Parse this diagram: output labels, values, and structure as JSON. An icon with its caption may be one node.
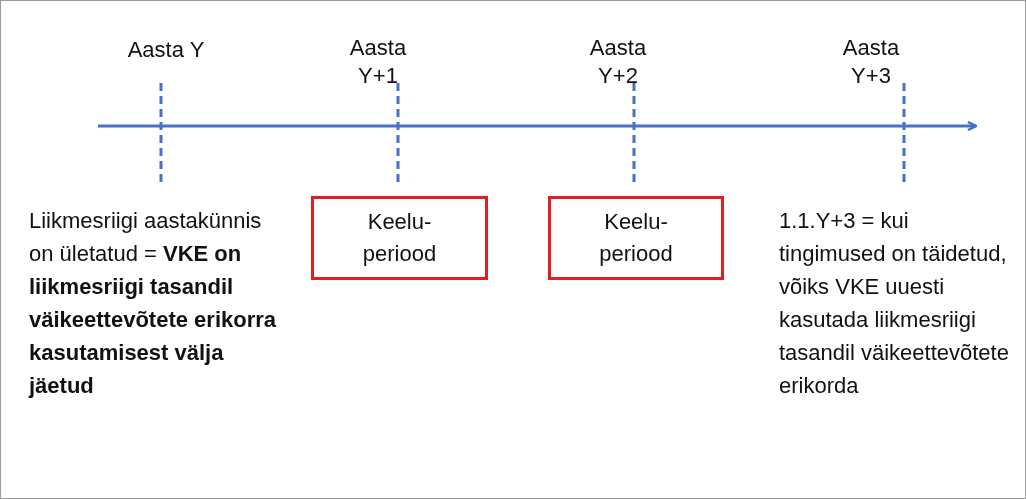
{
  "diagram": {
    "nodes": [
      {
        "text": [
          "Keelu- periood"
        ]
      },
      {
        "text": [
          "Keelu- periood"
        ]
      }
    ],
    "edges": [],
    "labels": [
      "Aasta Y",
      "Aasta Y+1",
      "Aasta Y+2",
      "Aasta Y+3",
      "Liikmesriigi aastakünnis on ületatud = **VKE on liikmesriigi tasandil väikeettevõtete erikorra kasutamisest välja jäetud**",
      "1.1.Y+3 = kui tingimused on täidetud, võiks VKE uuesti kasutada liikmesriigi tasandil väikeettevõtete erikorda"
    ]
  }
}
